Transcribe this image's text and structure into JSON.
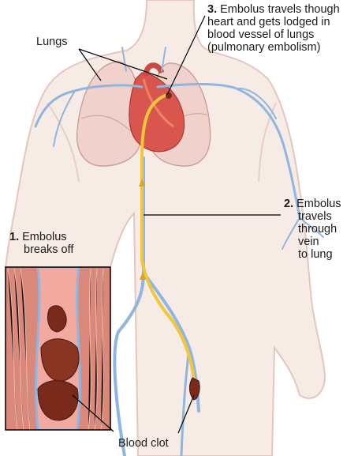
{
  "labels": {
    "lungs": "Lungs",
    "step1": {
      "number": "1.",
      "lines": [
        "Embolus",
        "breaks off"
      ]
    },
    "step2": {
      "number": "2.",
      "lines": [
        "Embolus",
        "travels",
        "through",
        "vein",
        "to lung"
      ]
    },
    "step3": {
      "number": "3.",
      "lines": [
        "Embolus travels though",
        "heart and gets lodged in",
        "blood vessel of lungs",
        "(pulmonary embolism)"
      ]
    },
    "blood_clot": "Blood clot"
  },
  "colors": {
    "body_outline": "#e3c7bd",
    "body_fill": "#f7ebe5",
    "lung_fill": "#f1d1cc",
    "lung_outline": "#c99f98",
    "vein": "#8fb6e0",
    "vein_dark": "#6f9bd1",
    "embolus_path": "#f3c73b",
    "heart": "#d9564f",
    "clot": "#7a2a1b",
    "inset_bg": "#d9887a",
    "vessel_inner": "#f2a9a0",
    "leader": "#000000"
  }
}
